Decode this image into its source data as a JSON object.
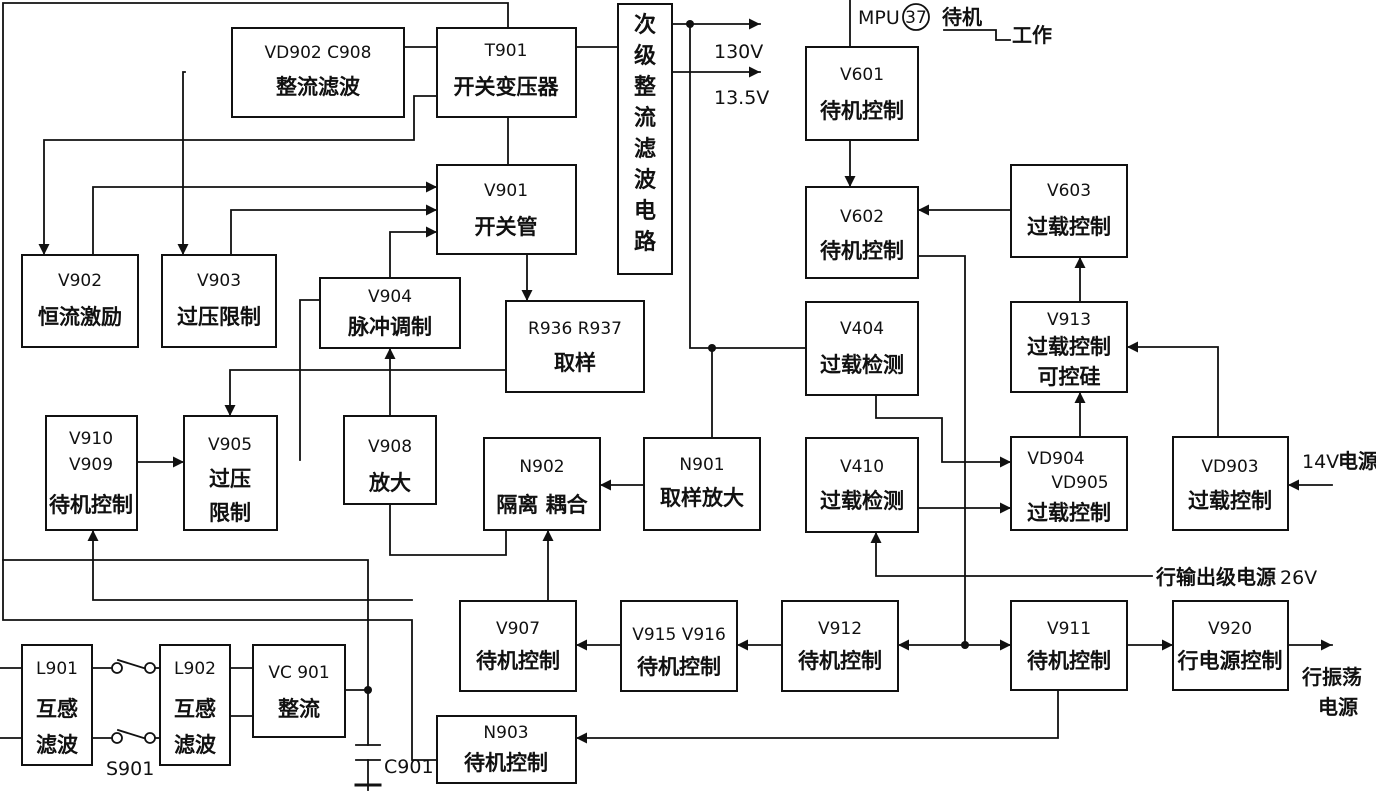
{
  "blocks": {
    "vd902": {
      "line1": "VD902   C908",
      "line2": "整流滤波"
    },
    "t901": {
      "line1": "T901",
      "line2": "开关变压器"
    },
    "secondary": {
      "chars": [
        "次",
        "级",
        "整",
        "流",
        "滤",
        "波",
        "电",
        "路"
      ]
    },
    "v901": {
      "line1": "V901",
      "line2": "开关管"
    },
    "v902": {
      "line1": "V902",
      "line2": "恒流激励"
    },
    "v903": {
      "line1": "V903",
      "line2": "过压限制"
    },
    "v904": {
      "line1": "V904",
      "line2": "脉冲调制"
    },
    "r936": {
      "line1": "R936    R937",
      "line2": "取样"
    },
    "v910": {
      "line1": "V910",
      "line2": "V909",
      "line3": "待机控制"
    },
    "v905": {
      "line1": "V905",
      "line2": "过压",
      "line3": "限制"
    },
    "v908": {
      "line1": "V908",
      "line2": "放大"
    },
    "n902": {
      "line1": "N902",
      "line2": "隔离 耦合"
    },
    "n901": {
      "line1": "N901",
      "line2": "取样放大"
    },
    "v601": {
      "line1": "V601",
      "line2": "待机控制"
    },
    "v602": {
      "line1": "V602",
      "line2": "待机控制"
    },
    "v603": {
      "line1": "V603",
      "line2": "过载控制"
    },
    "v913": {
      "line1": "V913",
      "line2": "过载控制",
      "line3": "可控硅"
    },
    "v404": {
      "line1": "V404",
      "line2": "过载检测"
    },
    "v410": {
      "line1": "V410",
      "line2": "过载检测"
    },
    "vd904": {
      "line1": "VD904",
      "line2": "VD905",
      "line3": "过载控制"
    },
    "vd903": {
      "line1": "VD903",
      "line2": "过载控制"
    },
    "v907": {
      "line1": "V907",
      "line2": "待机控制"
    },
    "v915": {
      "line1": "V915  V916",
      "line2": "待机控制"
    },
    "v912": {
      "line1": "V912",
      "line2": "待机控制"
    },
    "v911": {
      "line1": "V911",
      "line2": "待机控制"
    },
    "v920": {
      "line1": "V920",
      "line2": "行电源控制"
    },
    "l901": {
      "line1": "L901",
      "line2": "互感",
      "line3": "滤波"
    },
    "l902": {
      "line1": "L902",
      "line2": "互感",
      "line3": "滤波"
    },
    "vc901": {
      "line1": "VC  901",
      "line2": "整流"
    },
    "n903": {
      "line1": "N903",
      "line2": "待机控制"
    }
  },
  "labels": {
    "out_130v": "130V",
    "out_13_5v": "13.5V",
    "mpu_prefix": "MPU",
    "mpu_pin": "37",
    "mpu_standby": "待机",
    "mpu_work": "工作",
    "in_14v_value": "14V",
    "in_14v_text": "电源",
    "line_out_text": "行输出级电源",
    "line_out_value": "26V",
    "line_osc_1": "行振荡",
    "line_osc_2": "电源",
    "c901": "C901",
    "s901": "S901"
  }
}
